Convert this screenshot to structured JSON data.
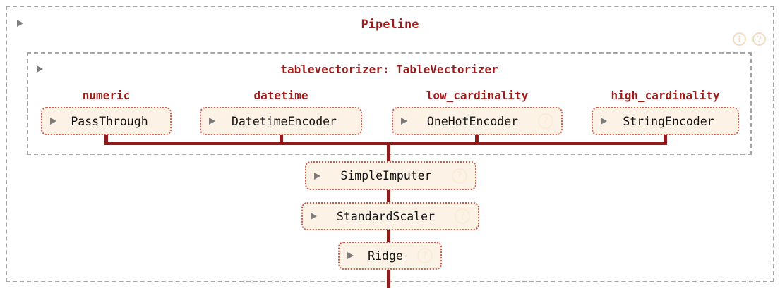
{
  "pipeline": {
    "title": "Pipeline",
    "info_icon_glyph": "i",
    "help_icon_glyph": "?",
    "tablevectorizer": {
      "title": "tablevectorizer: TableVectorizer",
      "columns": [
        {
          "header": "numeric",
          "estimator": "PassThrough"
        },
        {
          "header": "datetime",
          "estimator": "DatetimeEncoder"
        },
        {
          "header": "low_cardinality",
          "estimator": "OneHotEncoder",
          "help_glyph": "?"
        },
        {
          "header": "high_cardinality",
          "estimator": "StringEncoder"
        }
      ]
    },
    "steps": [
      {
        "label": "SimpleImputer",
        "help_glyph": "?"
      },
      {
        "label": "StandardScaler",
        "help_glyph": "?"
      },
      {
        "label": "Ridge",
        "help_glyph": "?"
      }
    ]
  },
  "colors": {
    "accent_text": "#9f1b1b",
    "connector_line": "#911a1a",
    "estimator_box_background": "#fdf2e6",
    "estimator_box_border": "#cd5c4d",
    "frame_border": "#a6a6a6",
    "toggle_arrow": "#7c7c7c",
    "help_icon": "#f3dcc2"
  }
}
